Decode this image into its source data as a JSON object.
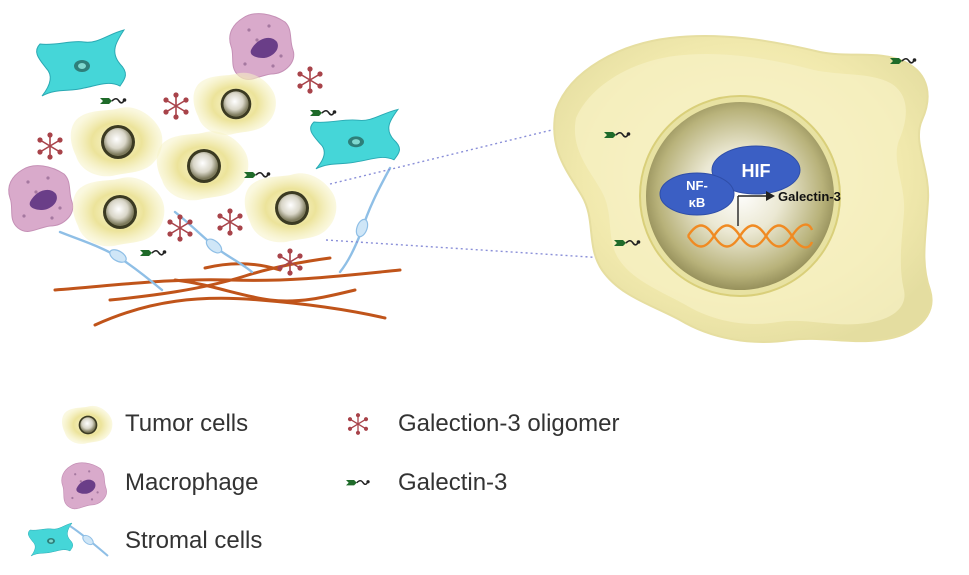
{
  "diagram": {
    "nodes": {
      "hif": "HIF",
      "nfkb_line1": "NF-",
      "nfkb_line2": "κB",
      "target_gene": "Galectin-3"
    },
    "legend": [
      {
        "id": "tumor",
        "label": "Tumor cells"
      },
      {
        "id": "macrophage",
        "label": "Macrophage"
      },
      {
        "id": "stromal",
        "label": "Stromal cells"
      },
      {
        "id": "oligomer",
        "label": "Galection-3 oligomer"
      },
      {
        "id": "galectin",
        "label": "Galectin-3"
      }
    ],
    "colors": {
      "tumor_cytoplasm": "#f2ecb0",
      "nucleus": "#a59e57",
      "transcription_factor": "#3b5fc4",
      "macrophage": "#d9aacb",
      "stromal_cyan": "#45d6d8",
      "stromal_blue": "#9ec8ea",
      "collagen_fiber": "#c0541a",
      "oligomer": "#a8434a",
      "galectin": "#1f6b2a",
      "dna": "#f08a22",
      "zoom_line": "#8a8fd8"
    }
  }
}
